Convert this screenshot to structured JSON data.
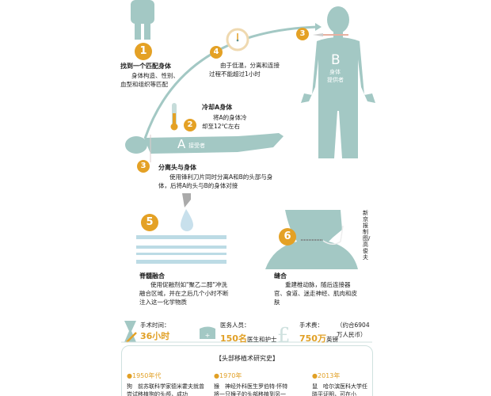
{
  "step1": {
    "number": "1",
    "title": "找到一个匹配身体",
    "desc": "身体构造、性别、血型和组织等匹配"
  },
  "step2": {
    "number": "2",
    "title": "冷却A身体",
    "desc": "将A的身体冷却至12℃左右"
  },
  "step3": {
    "number": "3",
    "title": "分离头与身体",
    "desc": "使用锋利刀片同时分离A和B的头部与身体，后将A的头与B的身体对接"
  },
  "step4": {
    "number": "4",
    "desc": "由于低温，分离和连接过程不能超过1小时"
  },
  "step5": {
    "number": "5",
    "title": "脊髓融合",
    "desc": "使用促融剂如\"聚乙二醇\"冲洗融合区域，并在之后几个小时不断注入这一化学物质"
  },
  "step6": {
    "number": "6",
    "title": "缝合",
    "desc": "重建椎动脉，随后连接器官、食道、迷走神经、肌肉和皮肤"
  },
  "recipient": {
    "letter": "A",
    "label": "接受者"
  },
  "donor": {
    "letter": "B",
    "label1": "身体",
    "label2": "提供者"
  },
  "credit": "新京报制图/高俊夫",
  "stats": {
    "time_label": "手术时间：",
    "time_value": "36小时",
    "staff_label": "医务人员：",
    "staff_value": "150名",
    "staff_unit": "医生和护士",
    "cost_label": "手术费：",
    "cost_value": "750万",
    "cost_unit": "英镑",
    "cost_note": "（约合6904万人民币）"
  },
  "history": {
    "title": "【头部移植术研究史】",
    "items": [
      {
        "year": "●1950年代",
        "text": "狗　前苏联科学家德米霍夫就曾尝试移植狗的头颅，成功"
      },
      {
        "year": "●1970年",
        "text": "猴　神经外科医生罗伯特·怀特将一只猴子的头部移植到另一"
      },
      {
        "year": "●2013年",
        "text": "鼠　哈尔滨医科大学任晓平证明，可在小"
      }
    ]
  },
  "colors": {
    "teal": "#a3c8c4",
    "orange": "#e4a125"
  }
}
